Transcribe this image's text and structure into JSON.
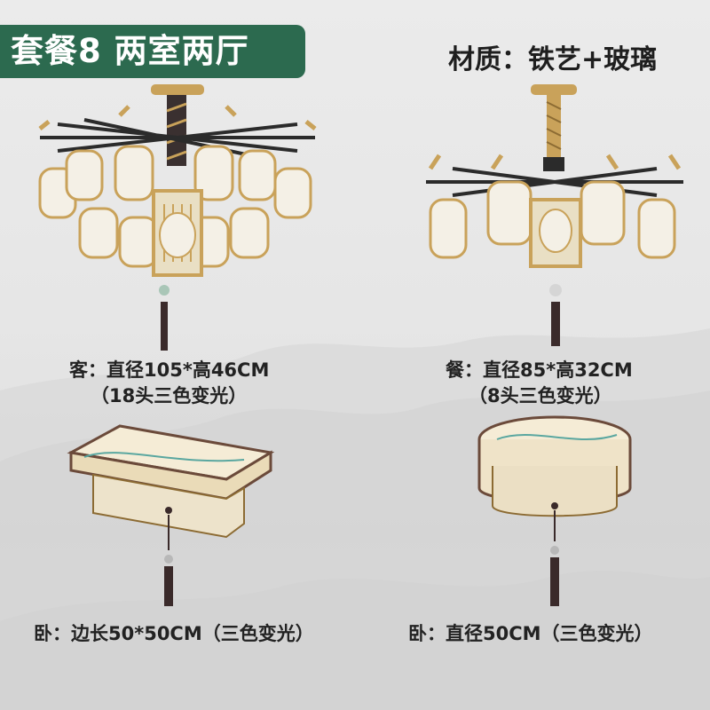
{
  "header": {
    "package_badge": "套餐8 两室两厅",
    "material": "材质：铁艺+玻璃"
  },
  "products": [
    {
      "line1": "客：直径105*高46CM",
      "line2": "（18头三色变光）",
      "icon": "chandelier-large-icon"
    },
    {
      "line1": "餐：直径85*高32CM",
      "line2": "（8头三色变光）",
      "icon": "chandelier-small-icon"
    },
    {
      "line1": "卧：边长50*50CM（三色变光）",
      "icon": "square-ceiling-lamp-icon"
    },
    {
      "line1": "卧：直径50CM（三色变光）",
      "icon": "round-ceiling-lamp-icon"
    }
  ],
  "colors": {
    "badge_green": "#2c6a4f",
    "gold": "#c9a25a",
    "dark_metal": "#2b2b2b",
    "tassel": "#3a2a2a"
  }
}
